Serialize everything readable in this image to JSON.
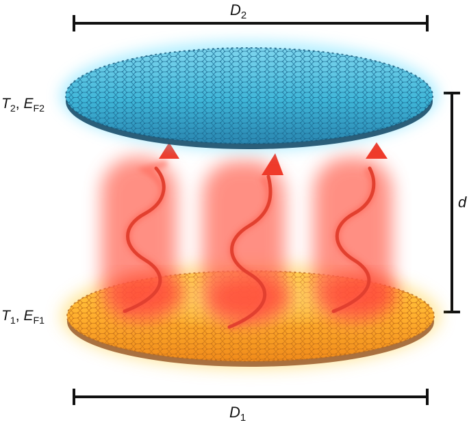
{
  "labels": {
    "top_diameter": {
      "symbol": "D",
      "subscript": "2"
    },
    "bottom_diameter": {
      "symbol": "D",
      "subscript": "1"
    },
    "gap": {
      "symbol": "d"
    },
    "top_sheet": {
      "t_symbol": "T",
      "t_sub": "2",
      "sep": ",",
      "e_symbol": "E",
      "e_sub": "F2"
    },
    "bottom_sheet": {
      "t_symbol": "T",
      "t_sub": "1",
      "sep": ",",
      "e_symbol": "E",
      "e_sub": "F1"
    }
  },
  "colors": {
    "top_sheet": "#3fb6d8",
    "top_sheet_dark": "#1f6e92",
    "bottom_sheet": "#ffb02e",
    "bottom_sheet_dark": "#d86a10",
    "wave": "#e8352a",
    "wave_glow": "#ff5a4a",
    "dimension_bar": "#111111"
  },
  "icons": {
    "wave_arrow": "wavy-up-arrow-icon",
    "lattice": "hexagonal-lattice-icon"
  },
  "wave_count": 3
}
